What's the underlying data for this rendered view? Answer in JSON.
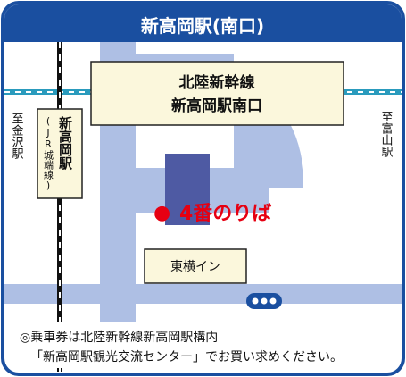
{
  "title": "新高岡駅(南口)",
  "shinkansen_station": {
    "line1": "北陸新幹線",
    "line2": "新高岡駅南口"
  },
  "jr_station": {
    "name": "新高岡駅",
    "line": "(JR城端線)"
  },
  "direction_left": "至金沢駅",
  "direction_right": "至富山駅",
  "bus_stop": {
    "marker": "●",
    "label": "4番のりば"
  },
  "hotel": "東横イン",
  "note": {
    "line1": "◎乗車券は北陸新幹線新高岡駅構内",
    "line2": "「新高岡駅観光交流センター」でお買い求めください。"
  },
  "colors": {
    "frame": "#1a4fa0",
    "road": "#aebfe4",
    "rail_shinkansen": "#2a9bbd",
    "platform": "#4e5aa3",
    "station_fill": "#fbf7dc",
    "bus_red": "#e60012"
  }
}
